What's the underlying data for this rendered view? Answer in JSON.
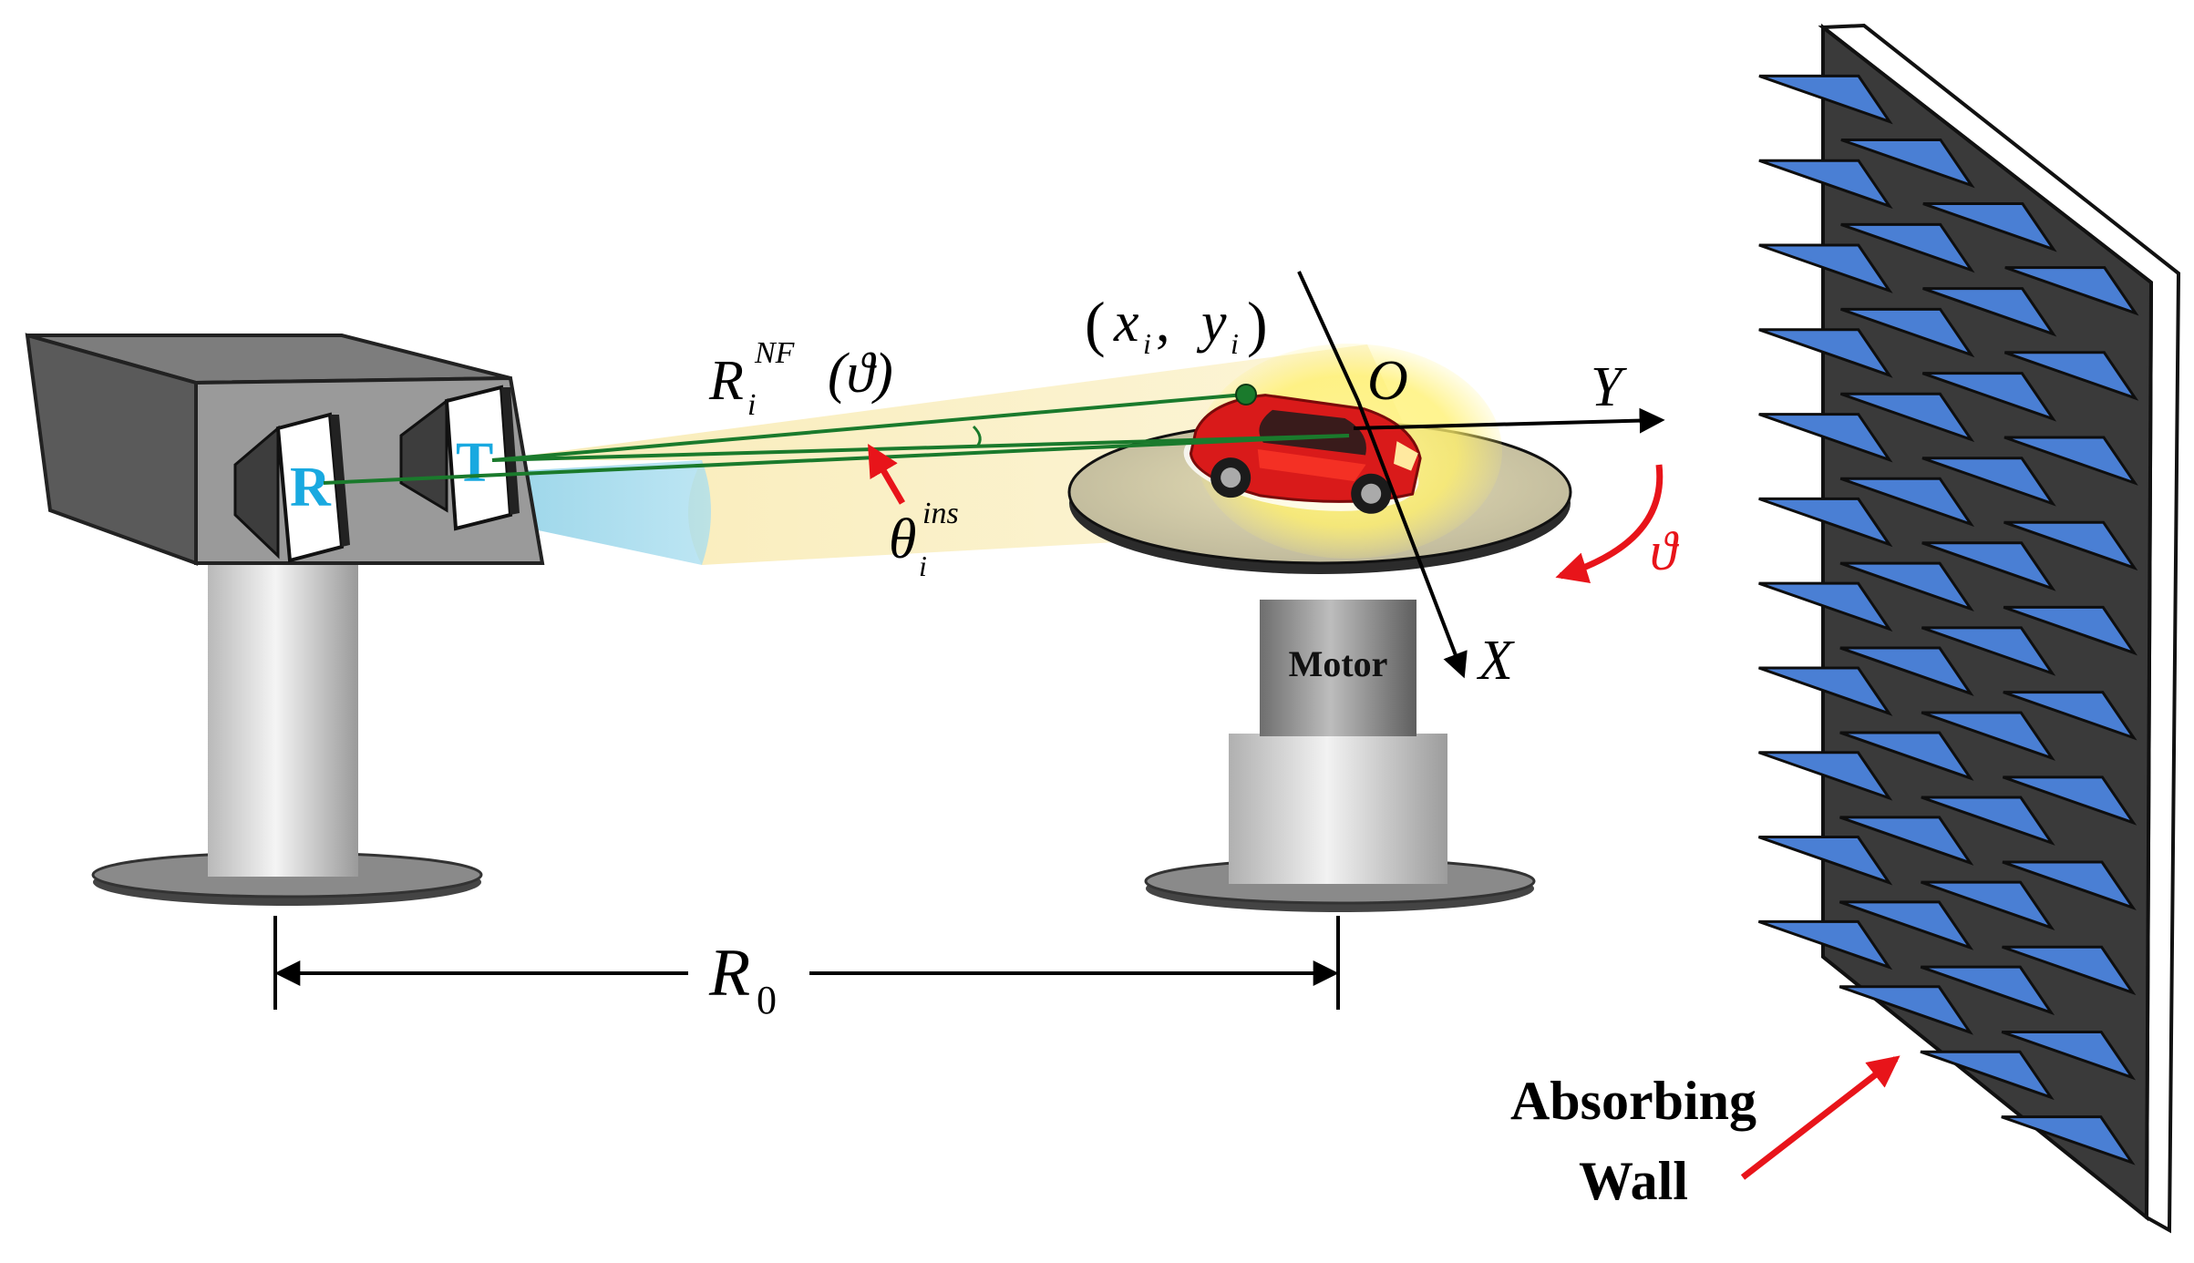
{
  "labels": {
    "receiver": "R",
    "transmitter": "T",
    "range_symbol": "R",
    "range_subscript": "0",
    "nf_range_base": "R",
    "nf_range_sub": "i",
    "nf_range_sup": "NF",
    "nf_range_arg": "(ϑ)",
    "point_open": "(",
    "point_x": "x",
    "point_x_sub": "i",
    "point_comma": " , ",
    "point_y": "y",
    "point_y_sub": "i",
    "point_close": ")",
    "origin": "O",
    "axis_x": "X",
    "axis_y": "Y",
    "rotation_angle": "ϑ",
    "incidence_base": "θ",
    "incidence_sub": "i",
    "incidence_sup": "ins",
    "motor": "Motor",
    "wall_line1": "Absorbing",
    "wall_line2": "Wall"
  },
  "colors": {
    "label_blue": "#19a9e0",
    "arrow_red": "#e8141a",
    "beam_green": "#1a7a2c",
    "absorber_blue": "#4a7fd4",
    "wall_dark": "#3a3a3a",
    "tx_beam": "#f7e7a5",
    "rx_beam": "#8fd0e6"
  }
}
